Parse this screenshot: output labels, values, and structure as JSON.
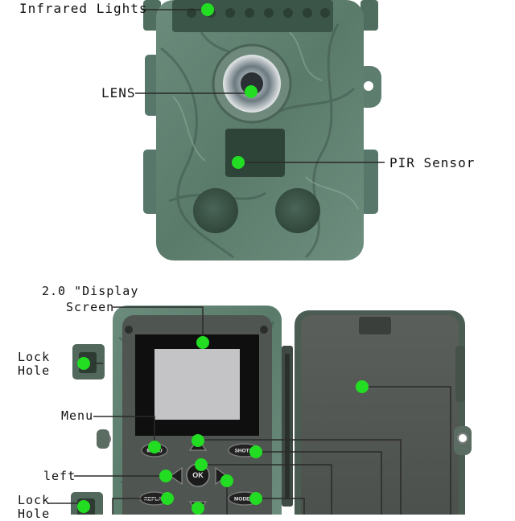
{
  "top_view": {
    "labels": {
      "infrared_lights": "Infrared Lights",
      "lens": "LENS",
      "pir_sensor": "PIR Sensor"
    }
  },
  "bottom_view": {
    "labels": {
      "display_screen_line1": "2.0 \"Display",
      "display_screen_line2": "Screen",
      "lock_hole_top_line1": "Lock",
      "lock_hole_top_line2": "Hole",
      "menu": "Menu",
      "left": "left",
      "lock_hole_bottom_line1": "Lock",
      "lock_hole_bottom_line2": "Hole"
    },
    "buttons": {
      "menu": "MENU",
      "shot": "SHOT/◀",
      "ok": "OK",
      "replay": "REPLAY",
      "mode": "MODE/C"
    }
  },
  "colors": {
    "camo_base": "#5f8070",
    "camo_dark": "#3e5a4d",
    "camo_light": "#8aa596",
    "callout_green": "#22dd22",
    "callout_line": "#2a2a2a",
    "housing_gray": "#4e554f",
    "screen_bezel": "#0f0f0f",
    "screen_panel": "#c4c4c6"
  }
}
